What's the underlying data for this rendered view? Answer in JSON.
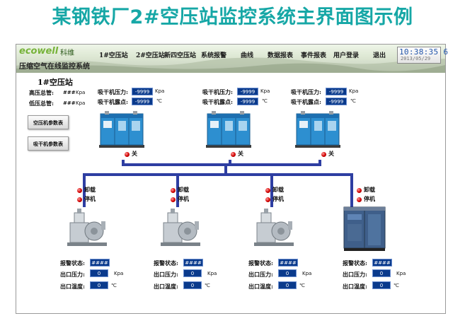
{
  "page_title": "某钢铁厂2#空压站监控系统主界面图示例",
  "header": {
    "logo": "ecowell",
    "logo_cn": "科维",
    "system_name": "压缩空气在线监控系统",
    "nav": [
      "1#空压站",
      "2#空压站",
      "新四空压站",
      "系统报警",
      "曲线",
      "数据报表",
      "事件报表",
      "用户登录",
      "退出"
    ],
    "time": "10:38:35",
    "time_suffix": "6",
    "date": "2013/05/29"
  },
  "station": {
    "title": "1#空压站",
    "high_pressure_label": "高压总管:",
    "low_pressure_label": "低压总管:",
    "high_pressure_value": "###",
    "low_pressure_value": "###",
    "pressure_unit": "Kpa"
  },
  "buttons": {
    "compressor_params": "空压机参数表",
    "dryer_params": "吸干机参数表"
  },
  "dryers": [
    {
      "pressure_label": "吸干机压力:",
      "pressure_value": "-9999",
      "pressure_unit": "Kpa",
      "dew_label": "吸干机露点:",
      "dew_value": "-9999",
      "dew_unit": "℃",
      "status": "关"
    },
    {
      "pressure_label": "吸干机压力:",
      "pressure_value": "-9999",
      "pressure_unit": "Kpa",
      "dew_label": "吸干机露点:",
      "dew_value": "-9999",
      "dew_unit": "℃",
      "status": "关"
    },
    {
      "pressure_label": "吸干机压力:",
      "pressure_value": "-9999",
      "pressure_unit": "Kpa",
      "dew_label": "吸干机露点:",
      "dew_value": "-9999",
      "dew_unit": "℃",
      "status": "关"
    }
  ],
  "compressors": [
    {
      "status1": "卸载",
      "status2": "停机",
      "alarm_label": "报警状态:",
      "alarm_value": "####",
      "pressure_label": "出口压力:",
      "pressure_value": "0",
      "pressure_unit": "Kpa",
      "temp_label": "出口温度:",
      "temp_value": "0",
      "temp_unit": "℃"
    },
    {
      "status1": "卸载",
      "status2": "停机",
      "alarm_label": "报警状态:",
      "alarm_value": "####",
      "pressure_label": "出口压力:",
      "pressure_value": "0",
      "pressure_unit": "Kpa",
      "temp_label": "出口温度:",
      "temp_value": "0",
      "temp_unit": "℃"
    },
    {
      "status1": "卸载",
      "status2": "停机",
      "alarm_label": "报警状态:",
      "alarm_value": "####",
      "pressure_label": "出口压力:",
      "pressure_value": "0",
      "pressure_unit": "Kpa",
      "temp_label": "出口温度:",
      "temp_value": "0",
      "temp_unit": "℃"
    },
    {
      "status1": "卸载",
      "status2": "停机",
      "alarm_label": "报警状态:",
      "alarm_value": "####",
      "pressure_label": "出口压力:",
      "pressure_value": "0",
      "pressure_unit": "Kpa",
      "temp_label": "出口温度:",
      "temp_value": "0",
      "temp_unit": "℃"
    }
  ],
  "colors": {
    "title": "#16a7a6",
    "pipe": "#2e3ea2",
    "value_box": "#0a3a8c",
    "led": "#d10000",
    "dryer_body": "#2d8fd0"
  }
}
